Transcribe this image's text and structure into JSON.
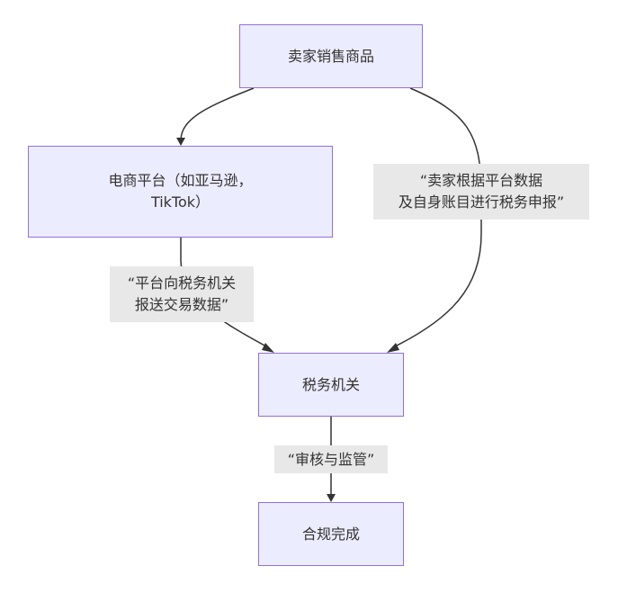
{
  "diagram": {
    "type": "flowchart",
    "colors": {
      "node_fill": "#ececff",
      "node_border": "#9370db",
      "edge": "#333333",
      "label_bg": "#e8e8e8",
      "text": "#333333"
    },
    "nodes": [
      {
        "id": "seller",
        "label": "卖家销售商品"
      },
      {
        "id": "platform",
        "label": "电商平台（如亚马逊，\nTikTok）"
      },
      {
        "id": "tax",
        "label": "税务机关"
      },
      {
        "id": "done",
        "label": "合规完成"
      }
    ],
    "edges": [
      {
        "from": "seller",
        "to": "platform",
        "label": ""
      },
      {
        "from": "seller",
        "to": "tax",
        "label": "“卖家根据平台数据\n及自身账目进行税务申报”"
      },
      {
        "from": "platform",
        "to": "tax",
        "label": "“平台向税务机关\n报送交易数据”"
      },
      {
        "from": "tax",
        "to": "done",
        "label": "“审核与监管”"
      }
    ]
  }
}
